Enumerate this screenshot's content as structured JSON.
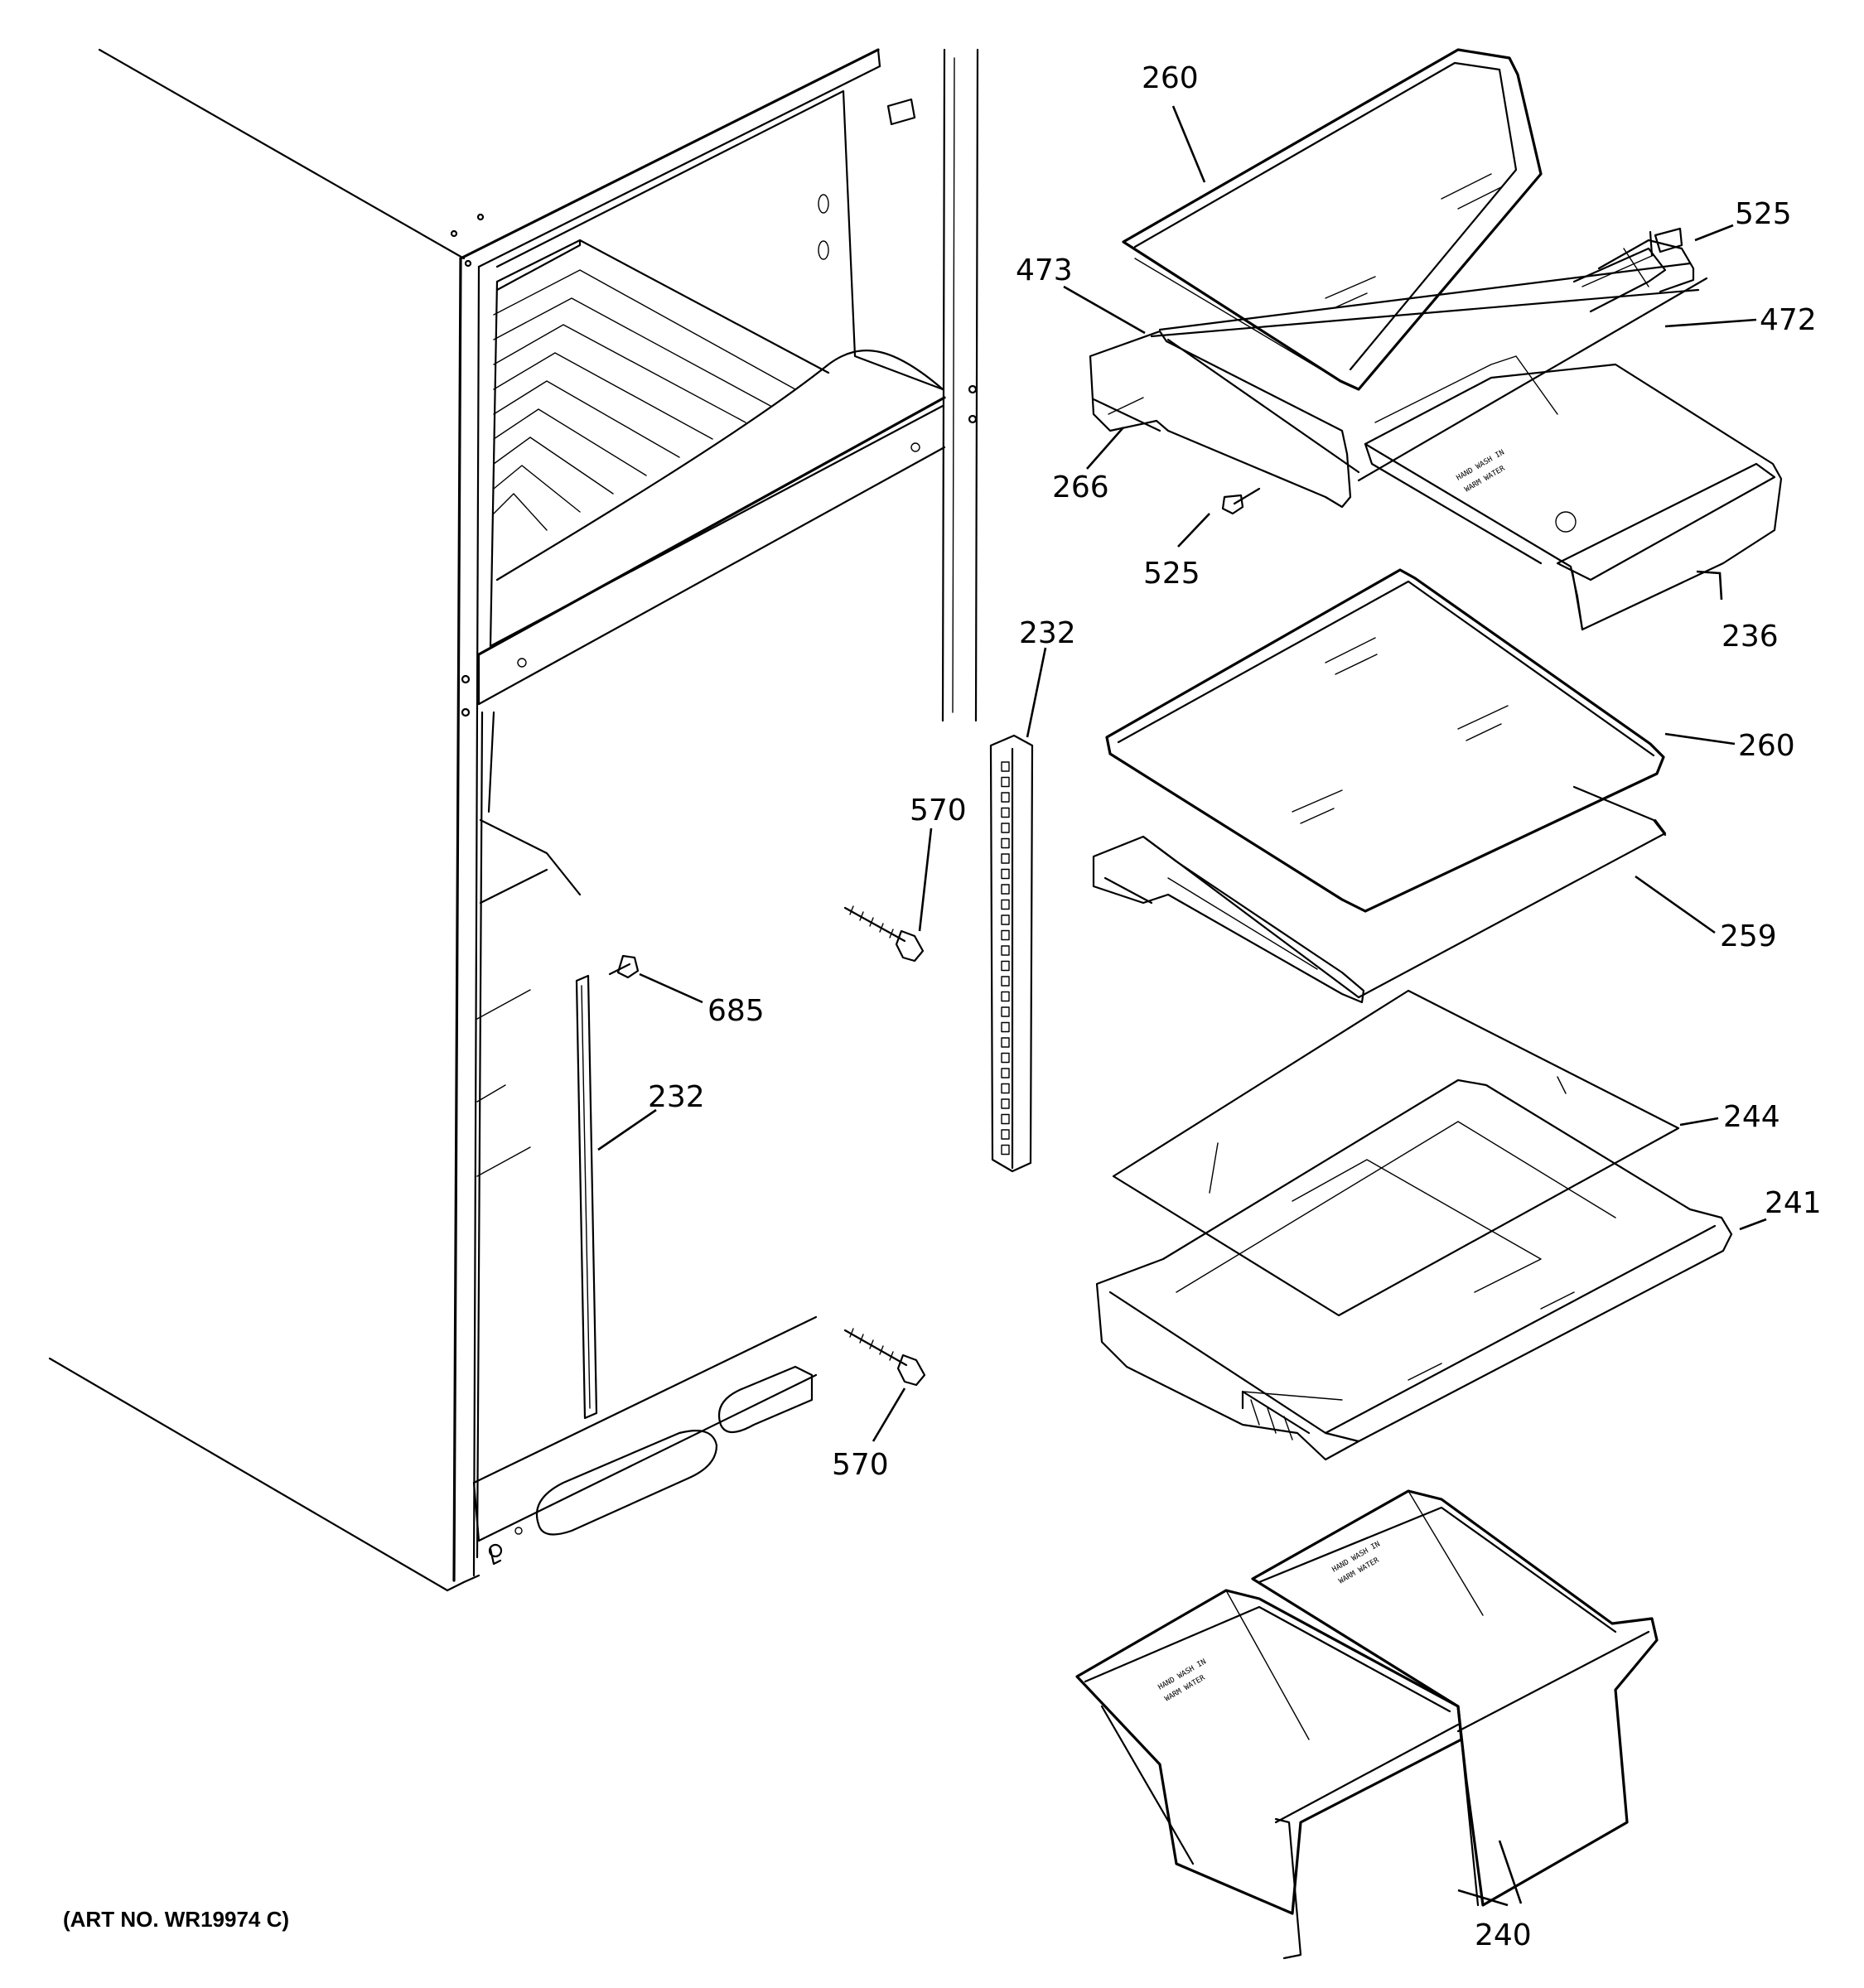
{
  "diagram": {
    "art_number": "(ART NO. WR19974 C)",
    "callouts": [
      {
        "id": "c260a",
        "text": "260"
      },
      {
        "id": "c525a",
        "text": "525"
      },
      {
        "id": "c473",
        "text": "473"
      },
      {
        "id": "c472",
        "text": "472"
      },
      {
        "id": "c266",
        "text": "266"
      },
      {
        "id": "c525b",
        "text": "525"
      },
      {
        "id": "c236",
        "text": "236"
      },
      {
        "id": "c232a",
        "text": "232"
      },
      {
        "id": "c260b",
        "text": "260"
      },
      {
        "id": "c570a",
        "text": "570"
      },
      {
        "id": "c259",
        "text": "259"
      },
      {
        "id": "c685",
        "text": "685"
      },
      {
        "id": "c232b",
        "text": "232"
      },
      {
        "id": "c244",
        "text": "244"
      },
      {
        "id": "c241",
        "text": "241"
      },
      {
        "id": "c570b",
        "text": "570"
      },
      {
        "id": "c240",
        "text": "240"
      }
    ],
    "bin_label": "HAND WASH IN WARM WATER"
  }
}
